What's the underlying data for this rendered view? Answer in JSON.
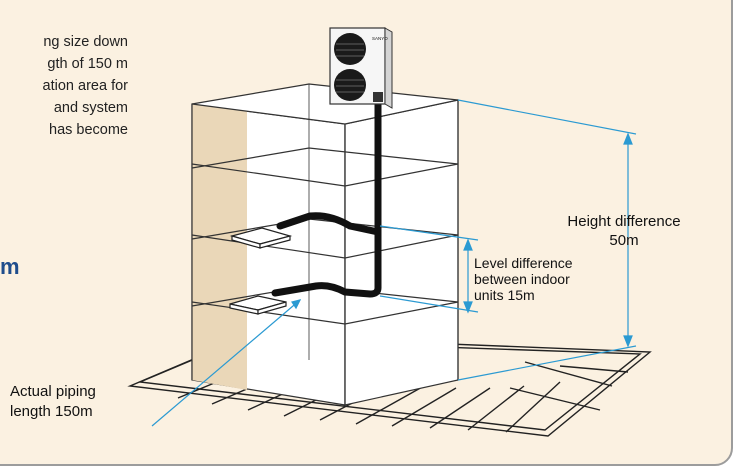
{
  "intro_lines": [
    "ng size down",
    "gth of 150 m",
    "ation area for",
    "and system",
    "has become"
  ],
  "accent_text": "m",
  "labels": {
    "height_line1": "Height difference",
    "height_line2": "50m",
    "level_line1": "Level difference",
    "level_line2": "between indoor",
    "level_line3": "units 15m",
    "piping_line1": "Actual piping",
    "piping_line2": "length 150m",
    "unit_brand": "SANYO"
  },
  "colors": {
    "panel_bg": "#fbf1e1",
    "accent_blue": "#1f4d8c",
    "leader_blue": "#2b9ad2",
    "wall_tan": "#ead7b8",
    "pipe": "#111111"
  }
}
